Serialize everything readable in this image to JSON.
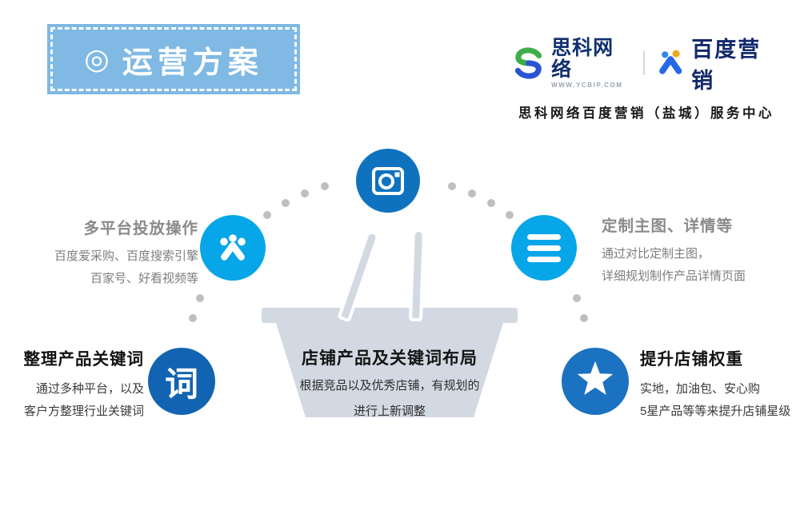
{
  "header": {
    "bullseye_glyph": "◎",
    "badge_label": "运营方案",
    "badge_bg": "#7FB9E4"
  },
  "brand": {
    "company_name": "思科网络",
    "company_url": "WWW.YCBIP.COM",
    "product_name": "百度营销",
    "tagline": "思科网络百度营销（盐城）服务中心",
    "logo_green": "#3fae49",
    "logo_blue": "#2b54d4",
    "paw_blue": "#2f86ef",
    "paw_deep_blue": "#2668e8",
    "paw_orange": "#f0a818"
  },
  "diagram": {
    "dot_color": "#bfbfbf",
    "nodes": {
      "camera": {
        "color": "#0e72bf"
      },
      "platform": {
        "color": "#07a6e8"
      },
      "menu": {
        "color": "#07a6e8"
      },
      "word": {
        "color": "#1264b2",
        "glyph": "词"
      },
      "star": {
        "color": "#1b72c1"
      }
    },
    "basket": {
      "color": "#d3d9e2",
      "title": "店铺产品及关键词布局",
      "line1": "根据竞品以及优秀店铺，有规划的",
      "line2": "进行上新调整"
    },
    "labels": {
      "platform": {
        "title": "多平台投放操作",
        "line1": "百度爱采购、百度搜索引擎",
        "line2": "百家号、好看视频等"
      },
      "custom": {
        "title": "定制主图、详情等",
        "line1": "通过对比定制主图，",
        "line2": "详细规划制作产品详情页面"
      },
      "keywords": {
        "title": "整理产品关键词",
        "line1": "通过多种平台，以及",
        "line2": "客户方整理行业关键词"
      },
      "weight": {
        "title": "提升店铺权重",
        "line1": "实地，加油包、安心购",
        "line2": "5星产品等等来提升店铺星级"
      }
    }
  }
}
